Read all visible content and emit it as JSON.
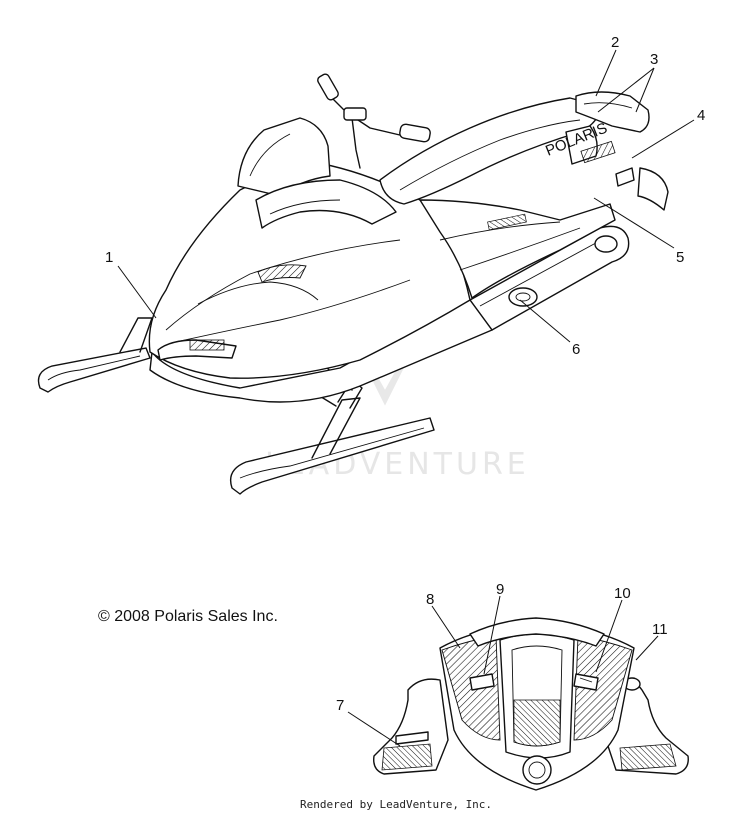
{
  "watermark": "LEADVENTURE",
  "copyright": "© 2008 Polaris Sales Inc.",
  "footer": "Rendered by LeadVenture, Inc.",
  "seat_logo": "POLARIS",
  "callouts": [
    {
      "id": "1",
      "label": "1"
    },
    {
      "id": "2",
      "label": "2"
    },
    {
      "id": "3",
      "label": "3"
    },
    {
      "id": "4",
      "label": "4"
    },
    {
      "id": "5",
      "label": "5"
    },
    {
      "id": "6",
      "label": "6"
    },
    {
      "id": "7",
      "label": "7"
    },
    {
      "id": "8",
      "label": "8"
    },
    {
      "id": "9",
      "label": "9"
    },
    {
      "id": "10",
      "label": "10"
    },
    {
      "id": "11",
      "label": "11"
    }
  ]
}
